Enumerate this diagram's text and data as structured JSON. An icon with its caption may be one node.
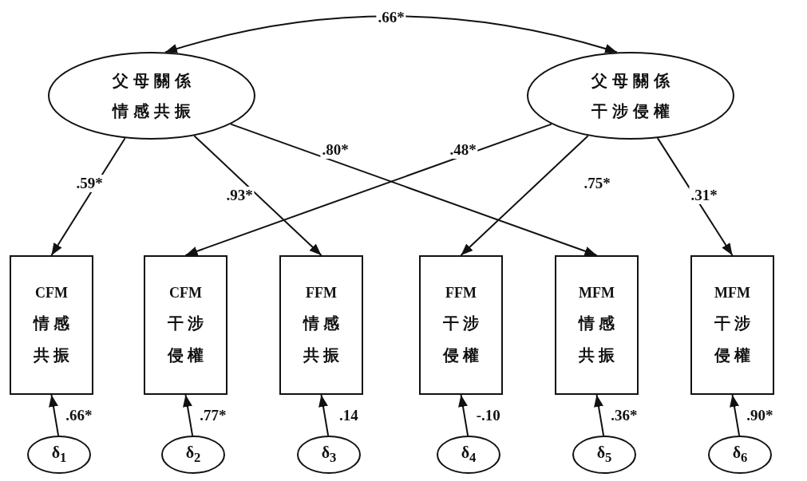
{
  "diagram": {
    "nodes": [
      {
        "text": [
          "父母關係情感共振"
        ]
      },
      {
        "text": [
          "父母關係干涉侵權"
        ]
      },
      {
        "text": [
          "CFM",
          "情感共振"
        ]
      },
      {
        "text": [
          "CFM",
          "干涉侵權"
        ]
      },
      {
        "text": [
          "FFM",
          "情感共振"
        ]
      },
      {
        "text": [
          "FFM",
          "干涉侵權"
        ]
      },
      {
        "text": [
          "MFM",
          "情感共振"
        ]
      },
      {
        "text": [
          "MFM",
          "干涉侵權"
        ]
      },
      {
        "text": [
          "δ$_{1}$"
        ]
      },
      {
        "text": [
          "δ$_{2}$"
        ]
      },
      {
        "text": [
          "δ$_{3}$"
        ]
      },
      {
        "text": [
          "δ$_{4}$"
        ]
      },
      {
        "text": [
          "δ$_{5}$"
        ]
      },
      {
        "text": [
          "δ$_{6}$"
        ]
      }
    ],
    "edges": [
      {
        "from": 0,
        "to": 1,
        "arrow": "both",
        "label": ".66*"
      },
      {
        "from": 0,
        "to": 2,
        "arrow": "to",
        "label": ".59*"
      },
      {
        "from": 0,
        "to": 4,
        "arrow": "to",
        "label": ".93*"
      },
      {
        "from": 0,
        "to": 6,
        "arrow": "to",
        "label": ".80*"
      },
      {
        "from": 1,
        "to": 3,
        "arrow": "to",
        "label": ".48*"
      },
      {
        "from": 1,
        "to": 5,
        "arrow": "to",
        "label": ".75*"
      },
      {
        "from": 1,
        "to": 7,
        "arrow": "to",
        "label": ".31*"
      },
      {
        "from": 8,
        "to": 2,
        "arrow": "to",
        "label": ".66*"
      },
      {
        "from": 9,
        "to": 3,
        "arrow": "to",
        "label": ".77*"
      },
      {
        "from": 10,
        "to": 4,
        "arrow": "to",
        "label": ".14"
      },
      {
        "from": 11,
        "to": 5,
        "arrow": "to",
        "label": "-.10"
      },
      {
        "from": 12,
        "to": 6,
        "arrow": "to",
        "label": ".36*"
      },
      {
        "from": 13,
        "to": 7,
        "arrow": "to",
        "label": ".90*"
      }
    ]
  }
}
